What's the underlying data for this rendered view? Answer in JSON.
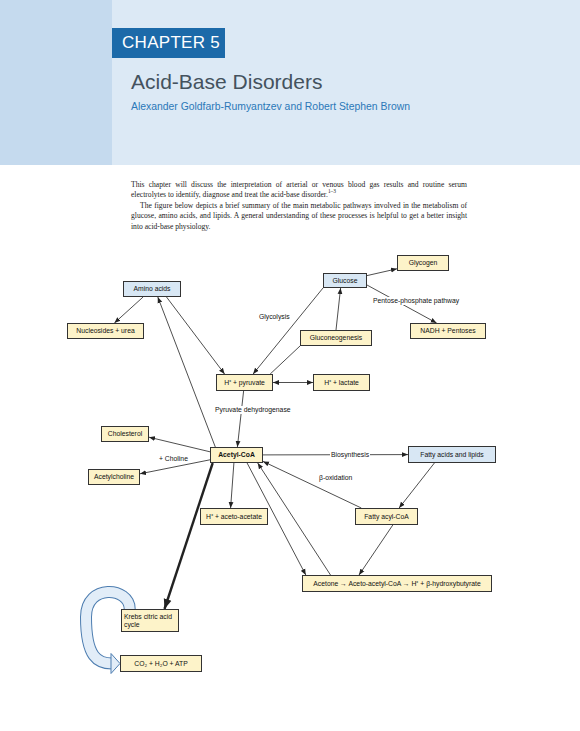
{
  "diagram": {
    "title": "Acid-Base Disorders",
    "nodes": [
      {
        "text": [
          "Glycogen"
        ]
      },
      {
        "text": [
          "Glucose"
        ]
      },
      {
        "text": [
          "Amino acids"
        ]
      },
      {
        "text": [
          "Nucleosides + urea"
        ]
      },
      {
        "text": [
          "Gluconeogenesis"
        ]
      },
      {
        "text": [
          "NADH + Pentoses"
        ]
      },
      {
        "text": [
          "H⁺ + pyruvate"
        ]
      },
      {
        "text": [
          "H⁺ + lactate"
        ]
      },
      {
        "text": [
          "Cholesterol"
        ]
      },
      {
        "text": [
          "Acetyl-CoA"
        ]
      },
      {
        "text": [
          "Fatty acids and lipids"
        ]
      },
      {
        "text": [
          "Acetylcholine"
        ]
      },
      {
        "text": [
          "H⁺ + aceto-acetate"
        ]
      },
      {
        "text": [
          "Fatty acyl-CoA"
        ]
      },
      {
        "text": [
          "Acetone → Aceto-acetyl-CoA → H⁺ + β-hydroxybutyrate"
        ]
      },
      {
        "text": [
          "Krebs citric acid cycle"
        ]
      },
      {
        "text": [
          "CO₂ + H₂O + ATP"
        ]
      }
    ],
    "edges": [
      {
        "from": 1,
        "to": 0,
        "arrow": "to"
      },
      {
        "from": 1,
        "to": 5,
        "label": "Pentose-phosphate pathway",
        "arrow": "to"
      },
      {
        "from": 2,
        "to": 3,
        "arrow": "to"
      },
      {
        "from": 2,
        "to": 6,
        "arrow": "to"
      },
      {
        "from": 1,
        "to": 6,
        "label": "Glycolysis",
        "arrow": "to"
      },
      {
        "from": 6,
        "to": 4,
        "arrow": "none"
      },
      {
        "from": 4,
        "to": 1,
        "arrow": "to"
      },
      {
        "from": 6,
        "to": 7,
        "arrow": "both"
      },
      {
        "from": 6,
        "to": 9,
        "label": "Pyruvate dehydrogenase",
        "arrow": "to"
      },
      {
        "from": 9,
        "to": 2,
        "arrow": "to"
      },
      {
        "from": 9,
        "to": 8,
        "arrow": "to"
      },
      {
        "from": 9,
        "to": 11,
        "label": "+ Choline",
        "arrow": "to"
      },
      {
        "from": 9,
        "to": 10,
        "label": "Biosynthesis",
        "arrow": "to"
      },
      {
        "from": 10,
        "to": 13,
        "arrow": "to"
      },
      {
        "from": 13,
        "to": 9,
        "label": "β-oxidation",
        "arrow": "to"
      },
      {
        "from": 9,
        "to": 12,
        "arrow": "to"
      },
      {
        "from": 9,
        "to": 14,
        "arrow": "to"
      },
      {
        "from": 14,
        "to": 9,
        "arrow": "to"
      },
      {
        "from": 13,
        "to": 14,
        "arrow": "to"
      },
      {
        "from": 9,
        "to": 15,
        "arrow": "to"
      },
      {
        "from": 15,
        "to": 16,
        "arrow": "to"
      }
    ],
    "labels": [
      "CHAPTER 5",
      "Alexander Goldfarb-Rumyantzev and Robert Stephen Brown",
      "This chapter will discuss the interpretation of arterial or venous blood gas results and routine serum electrolytes to identify, diagnose and treat the acid-base disorder.",
      "1–3",
      "The figure below depicts a brief summary of the main metabolic pathways involved in the metabolism of glucose, amino acids, and lipids. A general understanding of these processes is helpful to get a better insight into acid-base physiology."
    ]
  }
}
